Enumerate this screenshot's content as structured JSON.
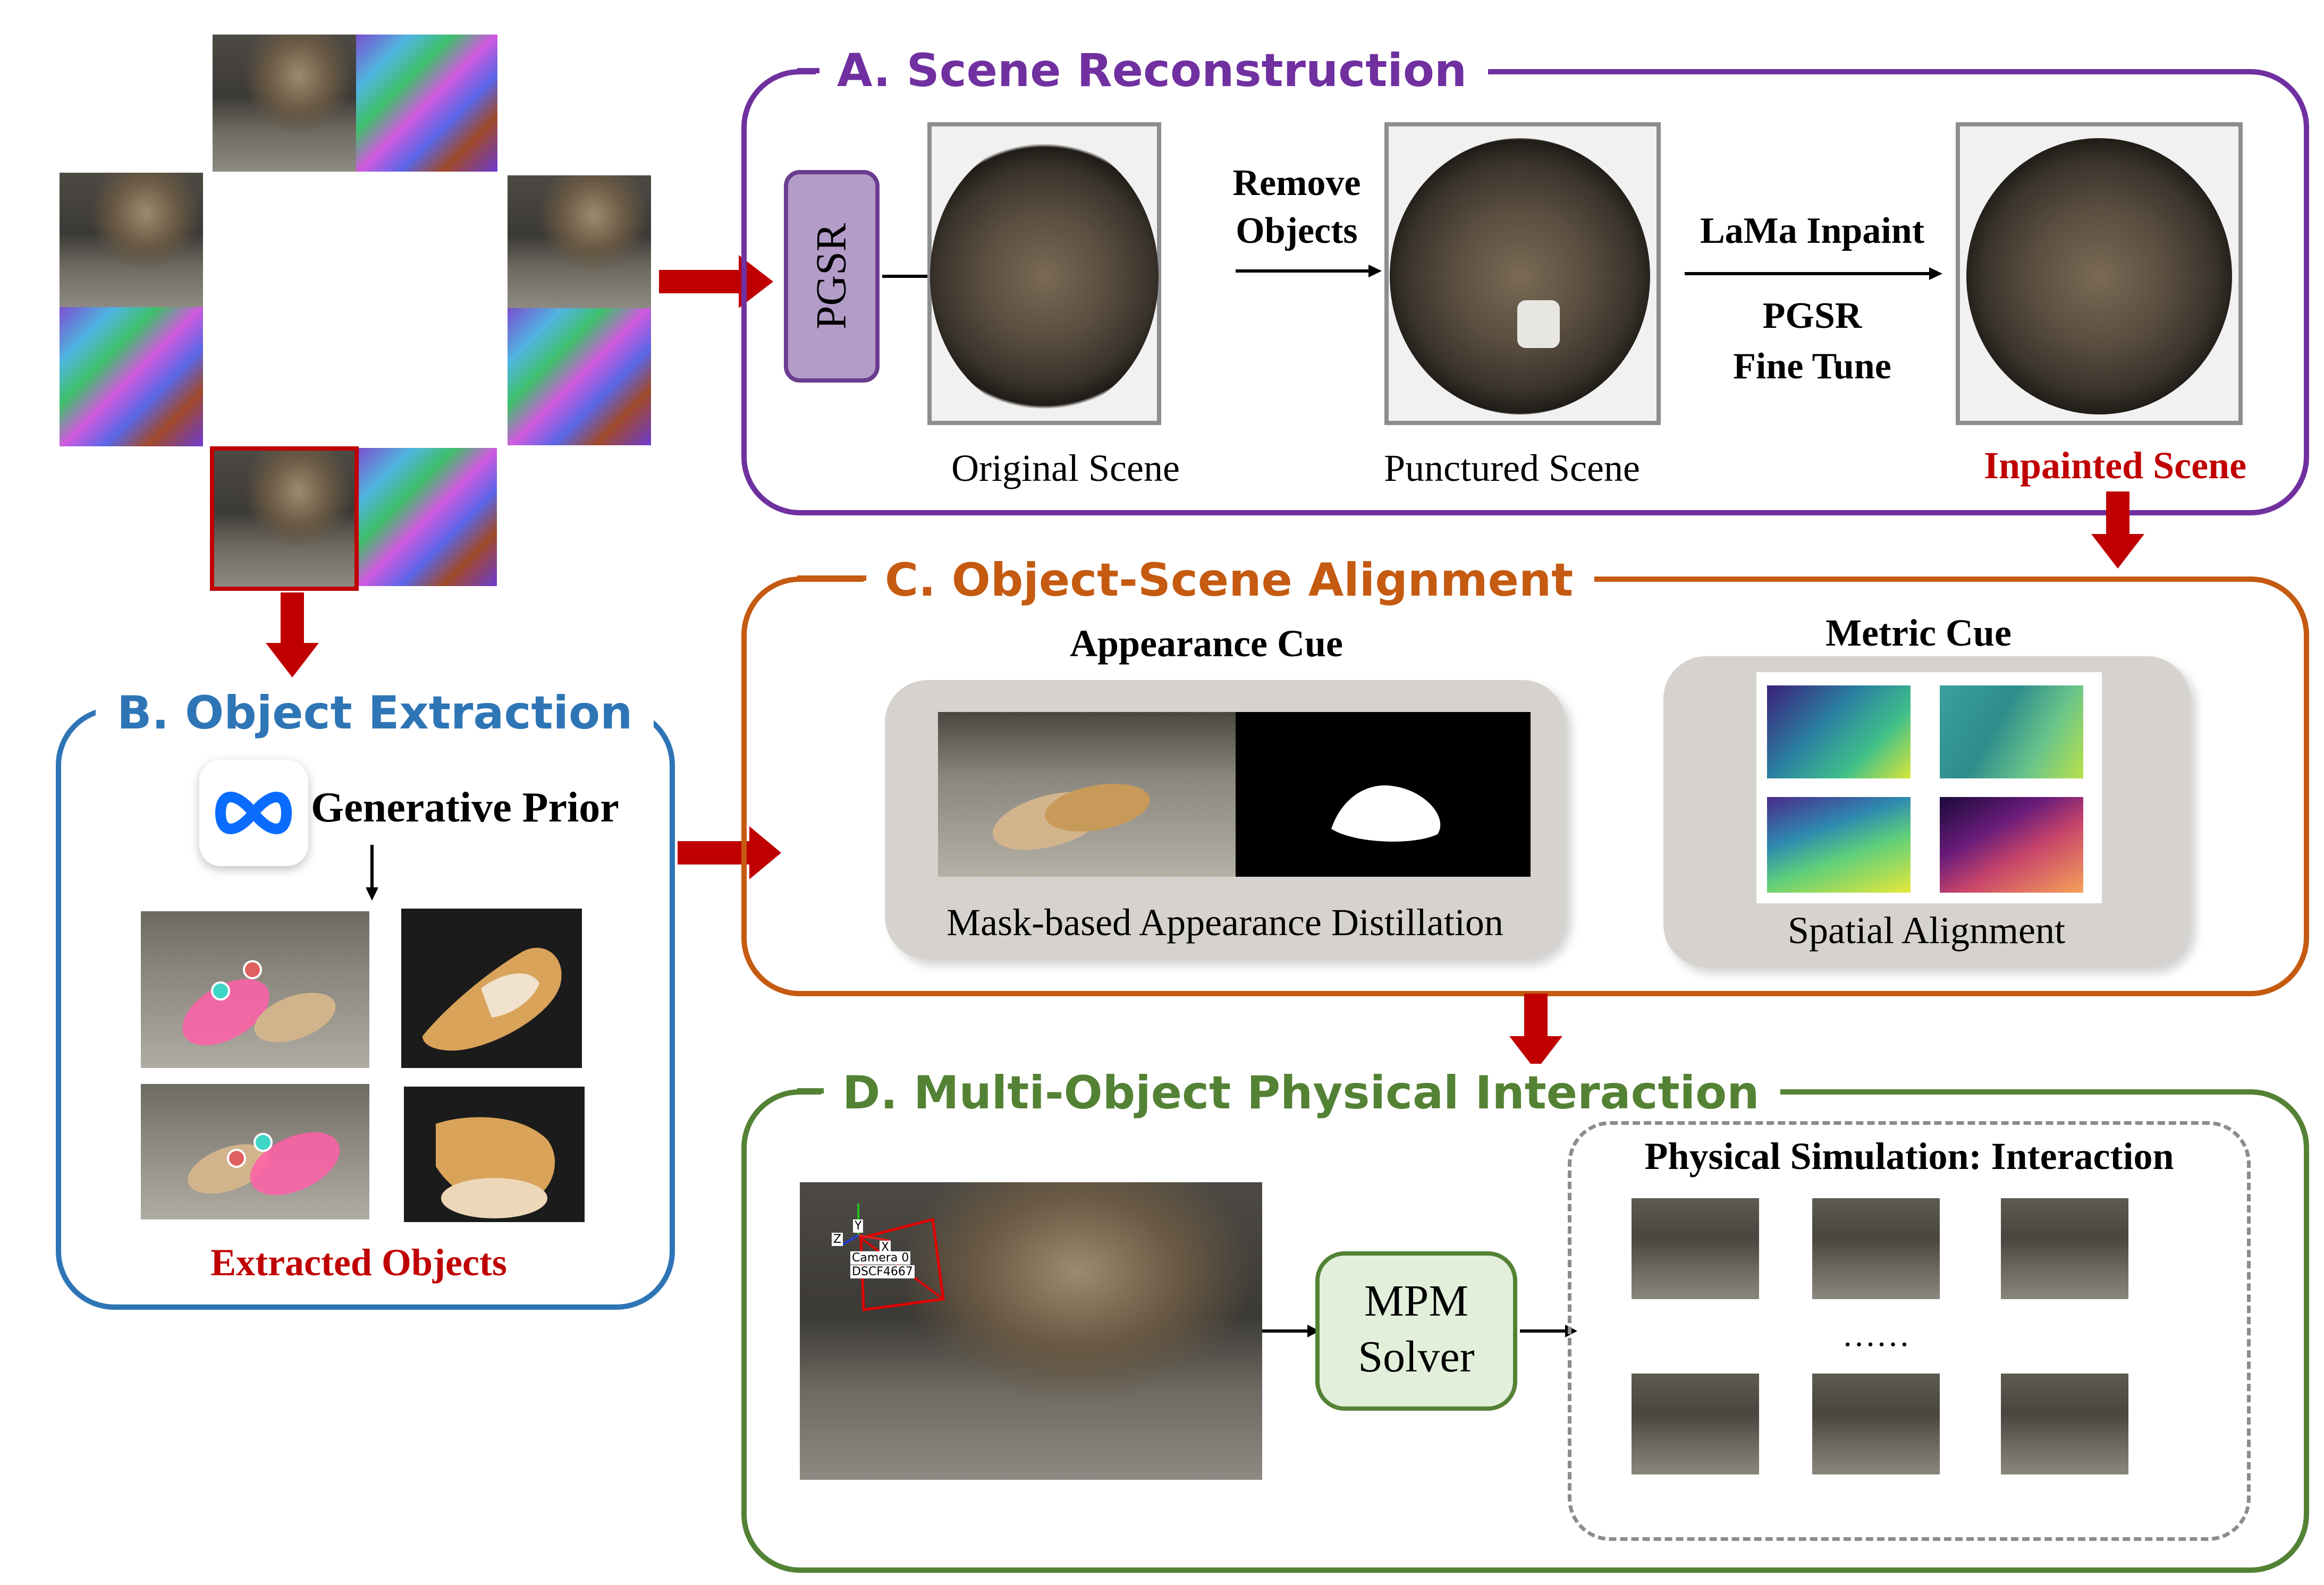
{
  "panels": {
    "a": {
      "title": "A. Scene Reconstruction",
      "color": "#7030a0"
    },
    "b": {
      "title": "B. Object Extraction",
      "color": "#2e75b6"
    },
    "c": {
      "title": "C. Object-Scene Alignment",
      "color": "#c55a11"
    },
    "d": {
      "title": "D. Multi-Object Physical Interaction",
      "color": "#548235"
    }
  },
  "scene_reconstruction": {
    "pgsr_label": "PGSR",
    "remove_objects_line1": "Remove",
    "remove_objects_line2": "Objects",
    "lama_inpaint": "LaMa Inpaint",
    "pgsr_fine_tune_line1": "PGSR",
    "pgsr_fine_tune_line2": "Fine Tune",
    "original_scene": "Original Scene",
    "punctured_scene": "Punctured Scene",
    "inpainted_scene": "Inpainted Scene"
  },
  "object_extraction": {
    "generative_prior": "Generative Prior",
    "extracted_objects": "Extracted Objects",
    "meta_logo_icon": "meta-logo-icon"
  },
  "alignment": {
    "appearance_cue": "Appearance Cue",
    "appearance_caption": "Mask-based Appearance Distillation",
    "metric_cue": "Metric Cue",
    "metric_caption": "Spatial Alignment"
  },
  "interaction": {
    "solver_line1": "MPM",
    "solver_line2": "Solver",
    "sim_title": "Physical Simulation: Interaction",
    "ellipsis": "……",
    "camera_label": "Camera 0",
    "camera_id": "DSCF4667",
    "axis_y": "Y",
    "axis_z": "Z",
    "axis_x": "X"
  },
  "colors": {
    "red_arrow": "#c00000",
    "pgsr_box": "#b49cc8",
    "mpm_box": "#e2efda",
    "highlight_red": "#c00000"
  }
}
